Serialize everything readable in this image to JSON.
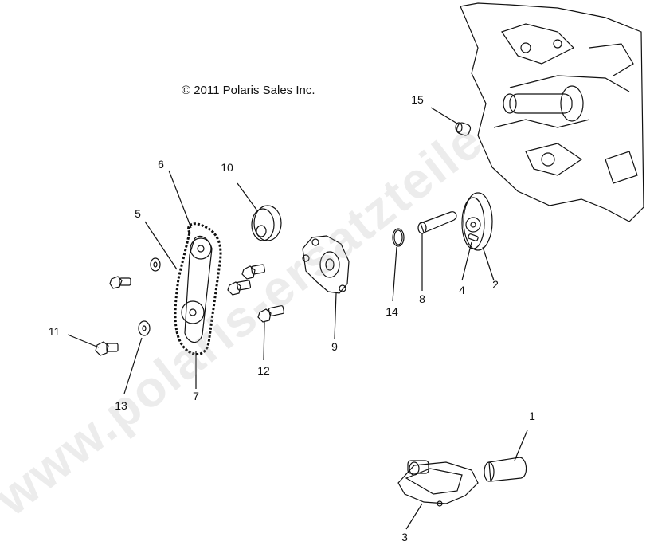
{
  "copyright": "© 2011 Polaris Sales Inc.",
  "watermark": "www.polaris-ersatzteile",
  "callouts": {
    "c1": "1",
    "c2": "2",
    "c3": "3",
    "c4": "4",
    "c5": "5",
    "c6": "6",
    "c7": "7",
    "c8": "8",
    "c9": "9",
    "c10": "10",
    "c11": "11",
    "c12": "12",
    "c13": "13",
    "c14": "14",
    "c15": "15"
  }
}
